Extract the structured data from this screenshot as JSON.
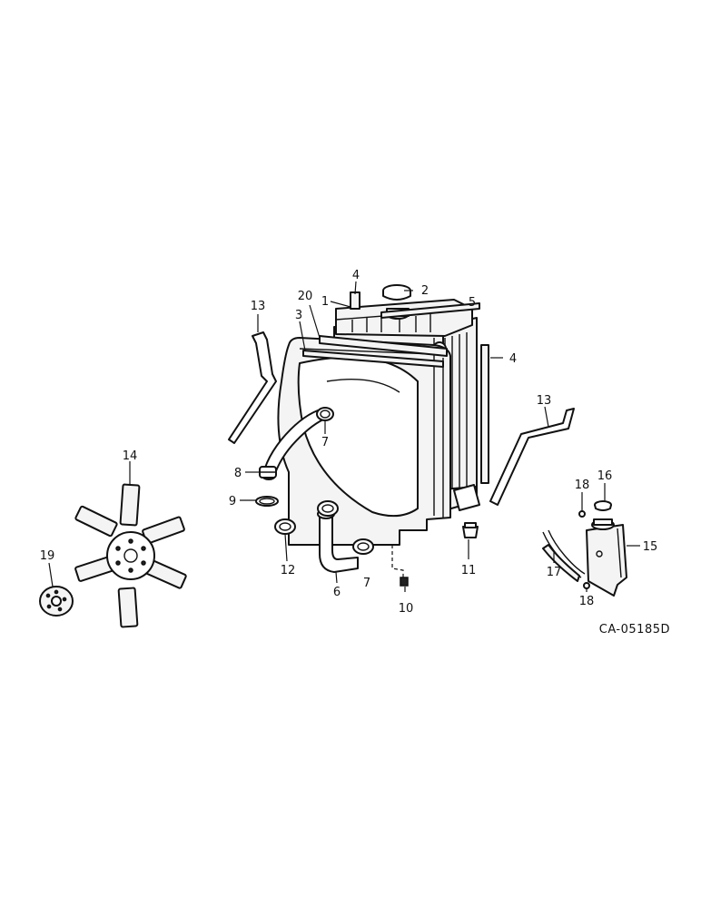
{
  "diagram": {
    "reference_code": "CA-05185D",
    "callouts": {
      "c1": "1",
      "c2": "2",
      "c3": "3",
      "c4_top": "4",
      "c4_right": "4",
      "c5": "5",
      "c6": "6",
      "c7_upper": "7",
      "c7_lower": "7",
      "c8": "8",
      "c9": "9",
      "c10": "10",
      "c11": "11",
      "c12": "12",
      "c13_left": "13",
      "c13_right": "13",
      "c14": "14",
      "c15": "15",
      "c16": "16",
      "c17": "17",
      "c18_upper": "18",
      "c18_lower": "18",
      "c19": "19",
      "c20": "20"
    }
  }
}
